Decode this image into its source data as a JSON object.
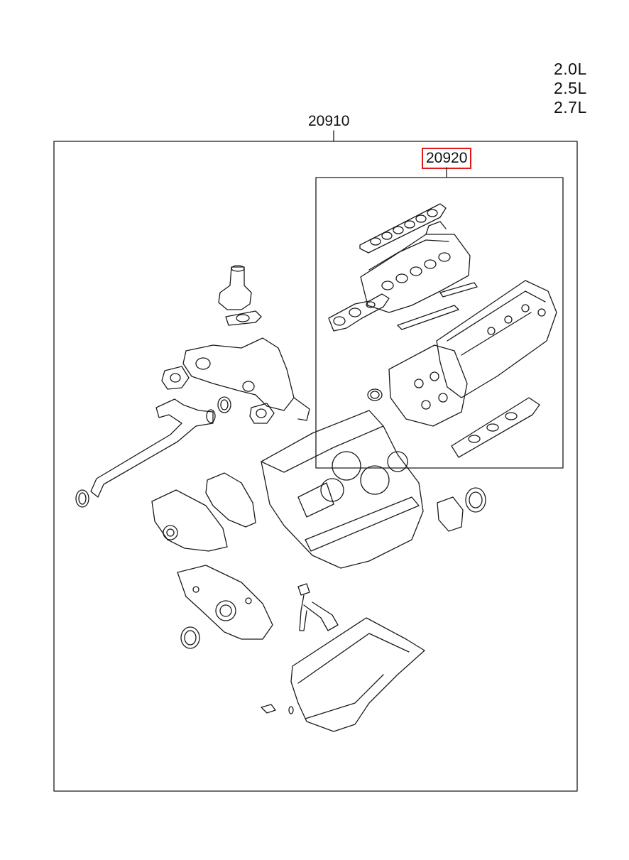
{
  "engine_displacements": [
    "2.0L",
    "2.5L",
    "2.7L"
  ],
  "kits": [
    {
      "part_number": "20910",
      "highlighted": false
    },
    {
      "part_number": "20920",
      "highlighted": true,
      "highlight_color": "#e0191b"
    }
  ],
  "line_color": "#1a1a1a"
}
